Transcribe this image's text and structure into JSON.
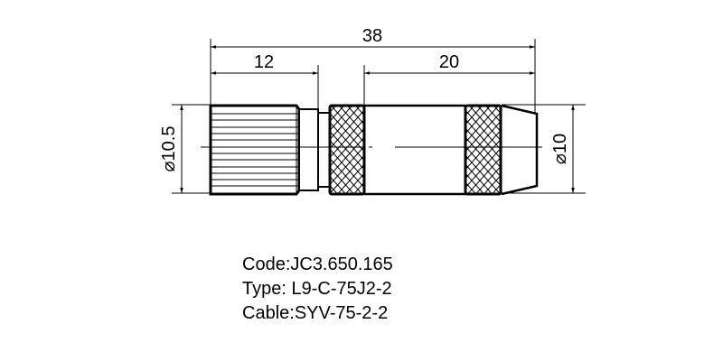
{
  "drawing": {
    "title": "Connector technical drawing",
    "dimensions": {
      "overall_length": "38",
      "left_length": "12",
      "right_length": "20",
      "left_diameter": "⌀10.5",
      "right_diameter": "⌀10"
    },
    "colors": {
      "line": "#000000",
      "background": "#ffffff"
    }
  },
  "info": {
    "code": "Code:JC3.650.165",
    "type": "Type: L9-C-75J2-2",
    "cable": "Cable:SYV-75-2-2"
  }
}
